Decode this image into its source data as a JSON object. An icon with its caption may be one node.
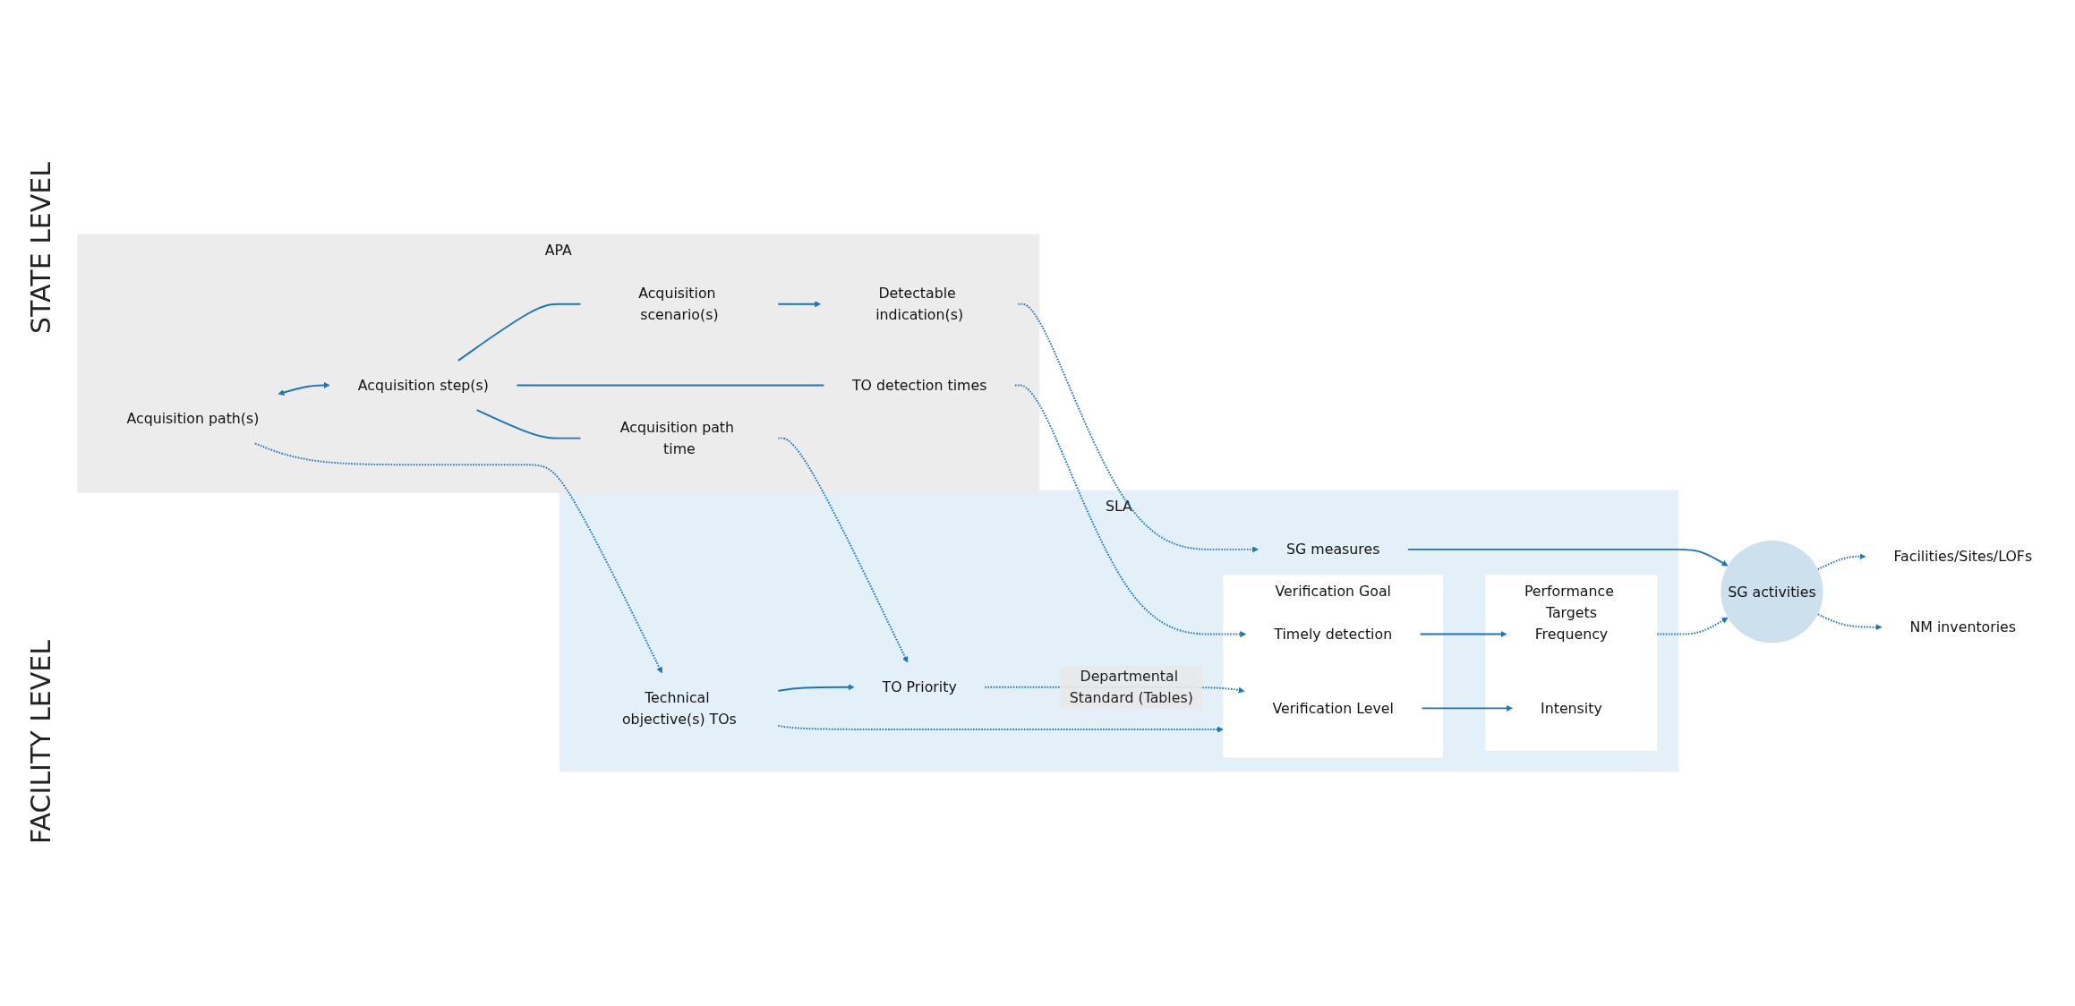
{
  "diagram": {
    "nodes": [
      {
        "text": [
          "APA"
        ]
      },
      {
        "text": [
          "Acquisition path(s)"
        ],
        "in": 0
      },
      {
        "text": [
          "Acquisition step(s)"
        ],
        "in": 0
      },
      {
        "text": [
          "Acquisition path time"
        ],
        "in": 0
      },
      {
        "text": [
          "TO detection times"
        ],
        "in": 0
      },
      {
        "text": [
          "Acquisition scenario(s)"
        ],
        "in": 0
      },
      {
        "text": [
          "Detectable indication(s)"
        ],
        "in": 0
      },
      {
        "text": [
          "SLA"
        ]
      },
      {
        "text": [
          "Technical objective(s) TOs"
        ],
        "in": 7
      },
      {
        "text": [
          "TO Priority"
        ],
        "in": 7
      },
      {
        "text": [
          "SG measures"
        ],
        "in": 7
      },
      {
        "text": [
          "Verification Goal"
        ],
        "in": 7
      },
      {
        "text": [
          "Verification Level"
        ],
        "in": 11
      },
      {
        "text": [
          "Timely detection"
        ],
        "in": 11
      },
      {
        "text": [
          "Performance Targets"
        ],
        "in": 7
      },
      {
        "text": [
          "Frequency"
        ],
        "in": 14
      },
      {
        "text": [
          "Intensity"
        ],
        "in": 14
      },
      {
        "text": [
          "SG activities"
        ]
      },
      {
        "text": [
          "Facilities/Sites/LOFs"
        ]
      },
      {
        "text": [
          "NM inventories"
        ]
      }
    ],
    "edges": [
      {
        "from": 1,
        "to": 8,
        "arrow": "to",
        "style": "dashed"
      },
      {
        "from": 8,
        "to": 11,
        "arrow": "to",
        "style": "dashed"
      },
      {
        "from": 1,
        "to": 2,
        "arrow": "both"
      },
      {
        "from": 2,
        "to": 3,
        "arrow": "none"
      },
      {
        "from": 2,
        "to": 4,
        "arrow": "none"
      },
      {
        "from": 2,
        "to": 5,
        "arrow": "none"
      },
      {
        "from": 5,
        "to": 6,
        "arrow": "to"
      },
      {
        "from": 3,
        "to": 9,
        "arrow": "to",
        "style": "dashed"
      },
      {
        "from": 8,
        "to": 9,
        "arrow": "to"
      },
      {
        "from": 9,
        "to": 12,
        "arrow": "to",
        "style": "dashed",
        "label": "Departmental Standard (Tables)"
      },
      {
        "from": 4,
        "to": 13,
        "arrow": "to",
        "style": "dashed"
      },
      {
        "from": 6,
        "to": 10,
        "arrow": "to",
        "style": "dashed"
      },
      {
        "from": 10,
        "to": 17,
        "arrow": "to"
      },
      {
        "from": 13,
        "to": 15,
        "arrow": "to"
      },
      {
        "from": 12,
        "to": 16,
        "arrow": "to"
      },
      {
        "from": 14,
        "to": 17,
        "arrow": "to",
        "style": "dashed"
      },
      {
        "from": 17,
        "to": 18,
        "arrow": "to",
        "style": "dashed"
      },
      {
        "from": 17,
        "to": 19,
        "arrow": "to",
        "style": "dashed"
      }
    ],
    "labels": [
      "STATE LEVEL",
      "FACILITY LEVEL"
    ]
  }
}
